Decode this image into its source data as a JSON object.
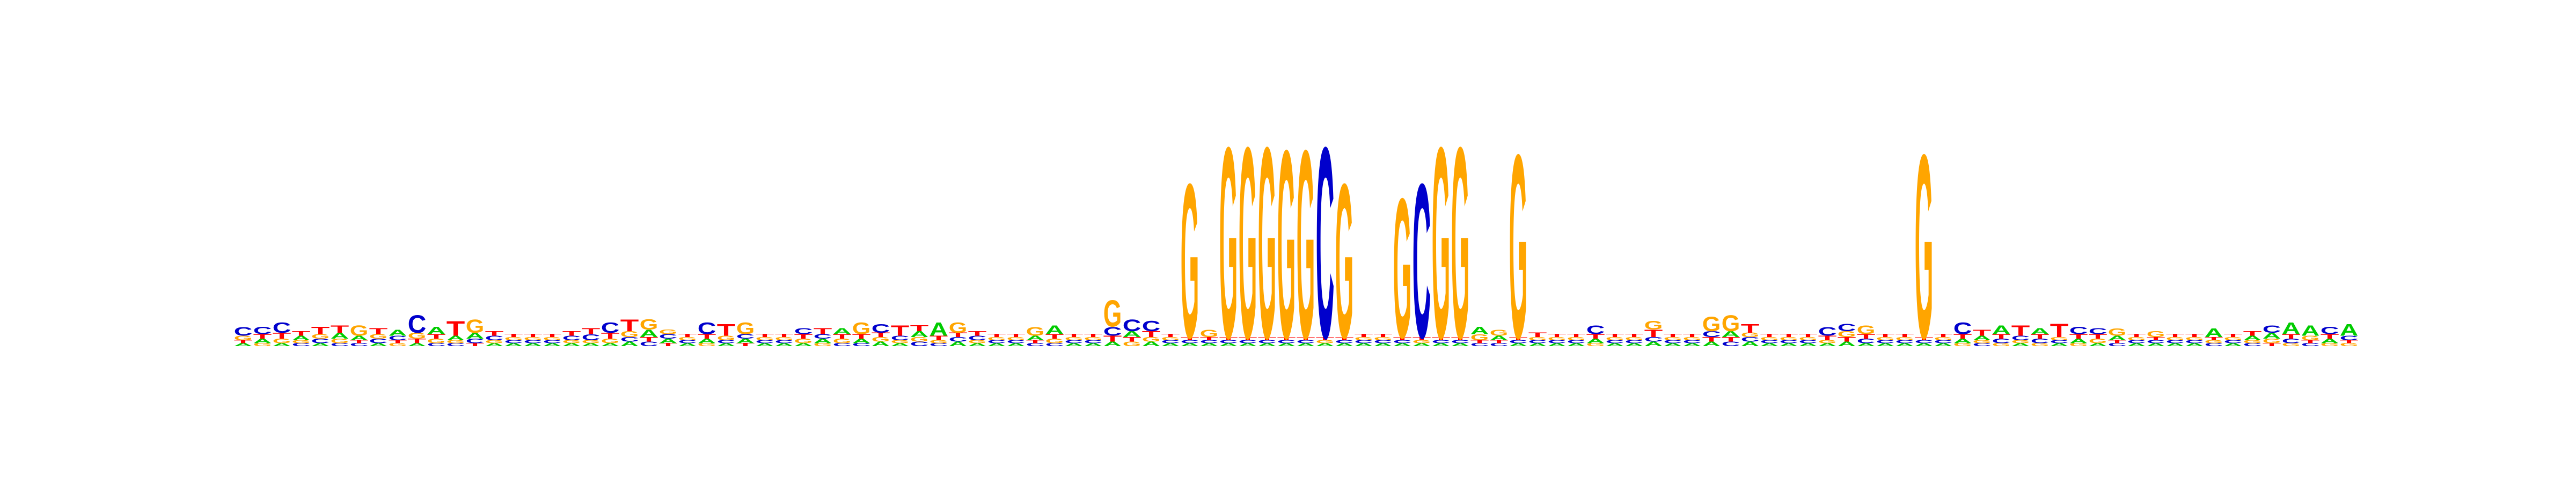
{
  "figure": {
    "type": "sequence-logo",
    "alphabet": [
      "A",
      "C",
      "G",
      "T"
    ],
    "colors": {
      "A": "#00cc00",
      "C": "#0000cc",
      "G": "#ffa500",
      "T": "#ff0000"
    }
  },
  "chart_data": {
    "type": "sequence-logo",
    "title": "",
    "xlabel": "",
    "ylabel": "",
    "ylim": [
      0,
      2
    ],
    "grid": false,
    "legend": "none",
    "positions": [
      {
        "A": 0.02,
        "C": 0.06,
        "G": 0.03,
        "T": 0.02
      },
      {
        "A": 0.03,
        "C": 0.05,
        "G": 0.02,
        "T": 0.03
      },
      {
        "A": 0.02,
        "C": 0.07,
        "G": 0.03,
        "T": 0.04
      },
      {
        "A": 0.03,
        "C": 0.02,
        "G": 0.02,
        "T": 0.03
      },
      {
        "A": 0.02,
        "C": 0.03,
        "G": 0.03,
        "T": 0.05
      },
      {
        "A": 0.04,
        "C": 0.02,
        "G": 0.03,
        "T": 0.05
      },
      {
        "A": 0.03,
        "C": 0.02,
        "G": 0.07,
        "T": 0.02
      },
      {
        "A": 0.02,
        "C": 0.03,
        "G": 0.03,
        "T": 0.04
      },
      {
        "A": 0.04,
        "C": 0.03,
        "G": 0.02,
        "T": 0.02
      },
      {
        "A": 0.02,
        "C": 0.12,
        "G": 0.04,
        "T": 0.03
      },
      {
        "A": 0.05,
        "C": 0.02,
        "G": 0.03,
        "T": 0.03
      },
      {
        "A": 0.03,
        "C": 0.02,
        "G": 0.02,
        "T": 0.1
      },
      {
        "A": 0.04,
        "C": 0.03,
        "G": 0.09,
        "T": 0.02
      },
      {
        "A": 0.02,
        "C": 0.03,
        "G": 0.02,
        "T": 0.03
      },
      {
        "A": 0.02,
        "C": 0.02,
        "G": 0.02,
        "T": 0.02
      },
      {
        "A": 0.02,
        "C": 0.02,
        "G": 0.02,
        "T": 0.02
      },
      {
        "A": 0.02,
        "C": 0.02,
        "G": 0.02,
        "T": 0.02
      },
      {
        "A": 0.02,
        "C": 0.03,
        "G": 0.02,
        "T": 0.03
      },
      {
        "A": 0.02,
        "C": 0.04,
        "G": 0.02,
        "T": 0.04
      },
      {
        "A": 0.02,
        "C": 0.07,
        "G": 0.03,
        "T": 0.04
      },
      {
        "A": 0.03,
        "C": 0.03,
        "G": 0.04,
        "T": 0.08
      },
      {
        "A": 0.05,
        "C": 0.03,
        "G": 0.07,
        "T": 0.03
      },
      {
        "A": 0.03,
        "C": 0.03,
        "G": 0.03,
        "T": 0.02
      },
      {
        "A": 0.02,
        "C": 0.02,
        "G": 0.02,
        "T": 0.02
      },
      {
        "A": 0.03,
        "C": 0.08,
        "G": 0.02,
        "T": 0.03
      },
      {
        "A": 0.02,
        "C": 0.02,
        "G": 0.03,
        "T": 0.08
      },
      {
        "A": 0.03,
        "C": 0.03,
        "G": 0.08,
        "T": 0.02
      },
      {
        "A": 0.02,
        "C": 0.02,
        "G": 0.02,
        "T": 0.02
      },
      {
        "A": 0.02,
        "C": 0.02,
        "G": 0.02,
        "T": 0.02
      },
      {
        "A": 0.02,
        "C": 0.04,
        "G": 0.03,
        "T": 0.03
      },
      {
        "A": 0.03,
        "C": 0.03,
        "G": 0.02,
        "T": 0.04
      },
      {
        "A": 0.04,
        "C": 0.02,
        "G": 0.03,
        "T": 0.03
      },
      {
        "A": 0.03,
        "C": 0.02,
        "G": 0.08,
        "T": 0.03
      },
      {
        "A": 0.03,
        "C": 0.06,
        "G": 0.03,
        "T": 0.03
      },
      {
        "A": 0.02,
        "C": 0.03,
        "G": 0.02,
        "T": 0.07
      },
      {
        "A": 0.04,
        "C": 0.03,
        "G": 0.03,
        "T": 0.04
      },
      {
        "A": 0.09,
        "C": 0.02,
        "G": 0.02,
        "T": 0.03
      },
      {
        "A": 0.03,
        "C": 0.03,
        "G": 0.07,
        "T": 0.03
      },
      {
        "A": 0.02,
        "C": 0.03,
        "G": 0.02,
        "T": 0.03
      },
      {
        "A": 0.02,
        "C": 0.02,
        "G": 0.02,
        "T": 0.02
      },
      {
        "A": 0.02,
        "C": 0.02,
        "G": 0.02,
        "T": 0.02
      },
      {
        "A": 0.03,
        "C": 0.02,
        "G": 0.06,
        "T": 0.02
      },
      {
        "A": 0.06,
        "C": 0.02,
        "G": 0.03,
        "T": 0.03
      },
      {
        "A": 0.02,
        "C": 0.02,
        "G": 0.02,
        "T": 0.02
      },
      {
        "A": 0.02,
        "C": 0.02,
        "G": 0.02,
        "T": 0.02
      },
      {
        "A": 0.03,
        "C": 0.06,
        "G": 0.18,
        "T": 0.04
      },
      {
        "A": 0.04,
        "C": 0.08,
        "G": 0.03,
        "T": 0.03
      },
      {
        "A": 0.03,
        "C": 0.07,
        "G": 0.03,
        "T": 0.04
      },
      {
        "A": 0.02,
        "C": 0.02,
        "G": 0.02,
        "T": 0.02
      },
      {
        "A": 0.02,
        "C": 0.02,
        "G": 1.05,
        "T": 0.02
      },
      {
        "A": 0.02,
        "C": 0.02,
        "G": 0.05,
        "T": 0.02
      },
      {
        "A": 0.02,
        "C": 0.02,
        "G": 1.3,
        "T": 0.02
      },
      {
        "A": 0.02,
        "C": 0.02,
        "G": 1.3,
        "T": 0.02
      },
      {
        "A": 0.02,
        "C": 0.02,
        "G": 1.3,
        "T": 0.02
      },
      {
        "A": 0.02,
        "C": 0.02,
        "G": 1.28,
        "T": 0.02
      },
      {
        "A": 0.02,
        "C": 0.02,
        "G": 1.28,
        "T": 0.02
      },
      {
        "A": 0.02,
        "C": 1.3,
        "G": 0.02,
        "T": 0.02
      },
      {
        "A": 0.02,
        "C": 0.02,
        "G": 1.05,
        "T": 0.02
      },
      {
        "A": 0.02,
        "C": 0.02,
        "G": 0.02,
        "T": 0.02
      },
      {
        "A": 0.02,
        "C": 0.02,
        "G": 0.02,
        "T": 0.02
      },
      {
        "A": 0.02,
        "C": 0.02,
        "G": 0.95,
        "T": 0.02
      },
      {
        "A": 0.02,
        "C": 1.05,
        "G": 0.02,
        "T": 0.02
      },
      {
        "A": 0.02,
        "C": 0.02,
        "G": 1.3,
        "T": 0.02
      },
      {
        "A": 0.02,
        "C": 0.02,
        "G": 1.3,
        "T": 0.02
      },
      {
        "A": 0.05,
        "C": 0.02,
        "G": 0.04,
        "T": 0.02
      },
      {
        "A": 0.03,
        "C": 0.02,
        "G": 0.04,
        "T": 0.02
      },
      {
        "A": 0.02,
        "C": 0.02,
        "G": 1.25,
        "T": 0.02
      },
      {
        "A": 0.02,
        "C": 0.02,
        "G": 0.02,
        "T": 0.03
      },
      {
        "A": 0.02,
        "C": 0.02,
        "G": 0.02,
        "T": 0.02
      },
      {
        "A": 0.02,
        "C": 0.02,
        "G": 0.02,
        "T": 0.02
      },
      {
        "A": 0.03,
        "C": 0.06,
        "G": 0.02,
        "T": 0.03
      },
      {
        "A": 0.02,
        "C": 0.02,
        "G": 0.02,
        "T": 0.02
      },
      {
        "A": 0.02,
        "C": 0.02,
        "G": 0.02,
        "T": 0.02
      },
      {
        "A": 0.03,
        "C": 0.03,
        "G": 0.06,
        "T": 0.05
      },
      {
        "A": 0.02,
        "C": 0.02,
        "G": 0.02,
        "T": 0.02
      },
      {
        "A": 0.02,
        "C": 0.02,
        "G": 0.02,
        "T": 0.02
      },
      {
        "A": 0.03,
        "C": 0.04,
        "G": 0.1,
        "T": 0.03
      },
      {
        "A": 0.04,
        "C": 0.03,
        "G": 0.11,
        "T": 0.03
      },
      {
        "A": 0.03,
        "C": 0.03,
        "G": 0.03,
        "T": 0.06
      },
      {
        "A": 0.02,
        "C": 0.02,
        "G": 0.02,
        "T": 0.02
      },
      {
        "A": 0.02,
        "C": 0.02,
        "G": 0.02,
        "T": 0.02
      },
      {
        "A": 0.02,
        "C": 0.02,
        "G": 0.02,
        "T": 0.02
      },
      {
        "A": 0.02,
        "C": 0.06,
        "G": 0.02,
        "T": 0.03
      },
      {
        "A": 0.03,
        "C": 0.05,
        "G": 0.04,
        "T": 0.03
      },
      {
        "A": 0.02,
        "C": 0.03,
        "G": 0.06,
        "T": 0.03
      },
      {
        "A": 0.02,
        "C": 0.02,
        "G": 0.02,
        "T": 0.02
      },
      {
        "A": 0.02,
        "C": 0.02,
        "G": 0.02,
        "T": 0.02
      },
      {
        "A": 0.02,
        "C": 0.02,
        "G": 1.25,
        "T": 0.02
      },
      {
        "A": 0.02,
        "C": 0.02,
        "G": 0.02,
        "T": 0.02
      },
      {
        "A": 0.03,
        "C": 0.08,
        "G": 0.02,
        "T": 0.03
      },
      {
        "A": 0.03,
        "C": 0.02,
        "G": 0.02,
        "T": 0.04
      },
      {
        "A": 0.06,
        "C": 0.03,
        "G": 0.02,
        "T": 0.03
      },
      {
        "A": 0.02,
        "C": 0.03,
        "G": 0.02,
        "T": 0.07
      },
      {
        "A": 0.04,
        "C": 0.03,
        "G": 0.02,
        "T": 0.03
      },
      {
        "A": 0.02,
        "C": 0.02,
        "G": 0.02,
        "T": 0.09
      },
      {
        "A": 0.03,
        "C": 0.05,
        "G": 0.02,
        "T": 0.03
      },
      {
        "A": 0.02,
        "C": 0.04,
        "G": 0.03,
        "T": 0.03
      },
      {
        "A": 0.03,
        "C": 0.02,
        "G": 0.05,
        "T": 0.02
      },
      {
        "A": 0.02,
        "C": 0.02,
        "G": 0.02,
        "T": 0.02
      },
      {
        "A": 0.02,
        "C": 0.02,
        "G": 0.04,
        "T": 0.02
      },
      {
        "A": 0.02,
        "C": 0.02,
        "G": 0.02,
        "T": 0.02
      },
      {
        "A": 0.02,
        "C": 0.02,
        "G": 0.02,
        "T": 0.02
      },
      {
        "A": 0.06,
        "C": 0.02,
        "G": 0.02,
        "T": 0.02
      },
      {
        "A": 0.02,
        "C": 0.02,
        "G": 0.02,
        "T": 0.02
      },
      {
        "A": 0.03,
        "C": 0.02,
        "G": 0.02,
        "T": 0.03
      },
      {
        "A": 0.04,
        "C": 0.05,
        "G": 0.03,
        "T": 0.02
      },
      {
        "A": 0.08,
        "C": 0.03,
        "G": 0.02,
        "T": 0.03
      },
      {
        "A": 0.07,
        "C": 0.02,
        "G": 0.03,
        "T": 0.02
      },
      {
        "A": 0.03,
        "C": 0.05,
        "G": 0.02,
        "T": 0.03
      },
      {
        "A": 0.08,
        "C": 0.03,
        "G": 0.02,
        "T": 0.02
      }
    ]
  }
}
